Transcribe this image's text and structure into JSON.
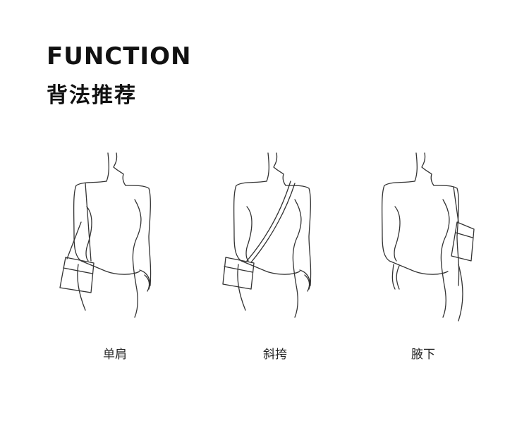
{
  "header": {
    "title_en": "FUNCTION",
    "title_cn": "背法推荐"
  },
  "styles": [
    {
      "label": "单肩",
      "icon": "single-shoulder-figure-icon"
    },
    {
      "label": "斜挎",
      "icon": "crossbody-figure-icon"
    },
    {
      "label": "腋下",
      "icon": "underarm-figure-icon"
    }
  ]
}
